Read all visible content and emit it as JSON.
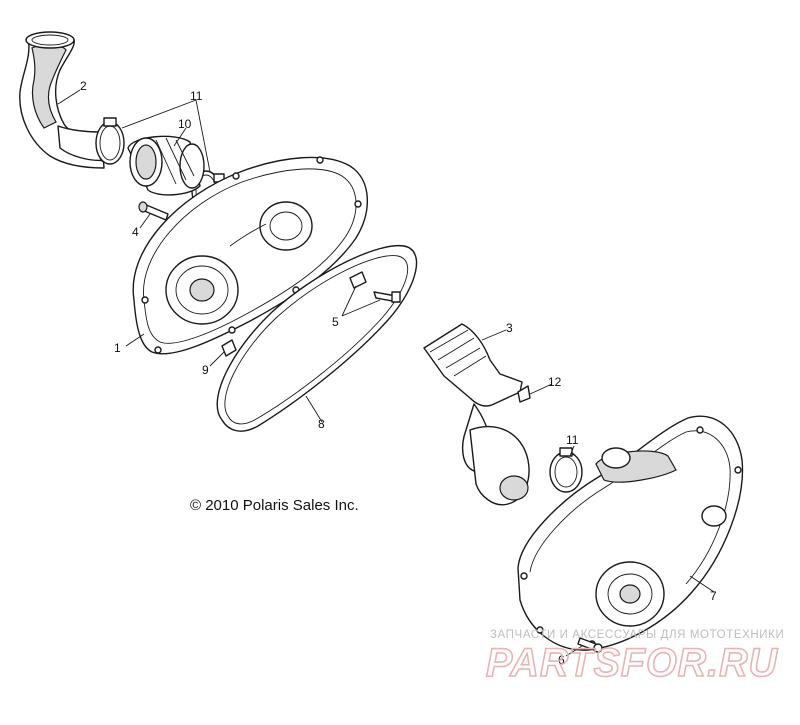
{
  "copyright": "© 2010 Polaris Sales Inc.",
  "watermark": {
    "tagline": "ЗАПЧАСТИ И АКСЕССУАРЫ ДЛЯ МОТОТЕХНИКИ",
    "brand": "PARTSFOR.RU"
  },
  "callouts": [
    "1",
    "2",
    "3",
    "4",
    "5",
    "6",
    "7",
    "8",
    "9",
    "10",
    "11",
    "11",
    "12"
  ],
  "colors": {
    "line": "#1a1a1a",
    "shade": "#d9d9d9",
    "watermark_brand": "#e8b3b3",
    "watermark_text": "#bdbdbd"
  }
}
